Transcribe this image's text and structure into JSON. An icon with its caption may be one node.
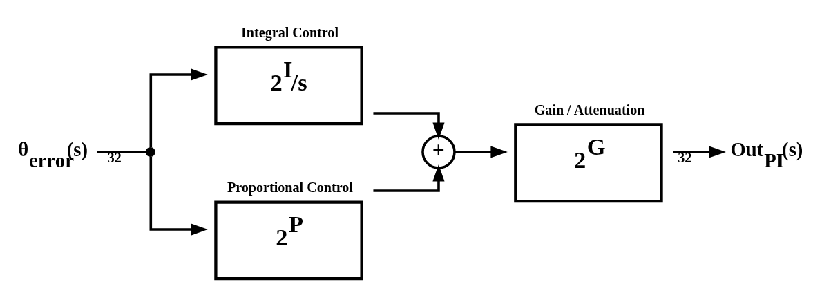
{
  "diagram": {
    "nodes": [
      {
        "text": [
          "θ$_{error}$(s)"
        ]
      },
      {
        "text": [],
        "shape": "circle"
      },
      {
        "text": [
          "Integral Control",
          "2$^{I}$/s"
        ]
      },
      {
        "text": [
          "Proportional Control",
          "2$^{P}$"
        ]
      },
      {
        "text": [
          "+"
        ]
      },
      {
        "text": [
          "Gain / Attenuation",
          "2$^{G}$"
        ]
      },
      {
        "text": [
          "Out$_{PI}$(s)"
        ]
      }
    ],
    "edges": [
      {
        "from": 0,
        "to": 1,
        "arrow": "none",
        "label": "32"
      },
      {
        "from": 1,
        "to": 2,
        "arrow": "to"
      },
      {
        "from": 1,
        "to": 3,
        "arrow": "to"
      },
      {
        "from": 2,
        "to": 4,
        "arrow": "to"
      },
      {
        "from": 3,
        "to": 4,
        "arrow": "to"
      },
      {
        "from": 4,
        "to": 5,
        "arrow": "to"
      },
      {
        "from": 5,
        "to": 6,
        "arrow": "to",
        "label": "32"
      }
    ]
  }
}
